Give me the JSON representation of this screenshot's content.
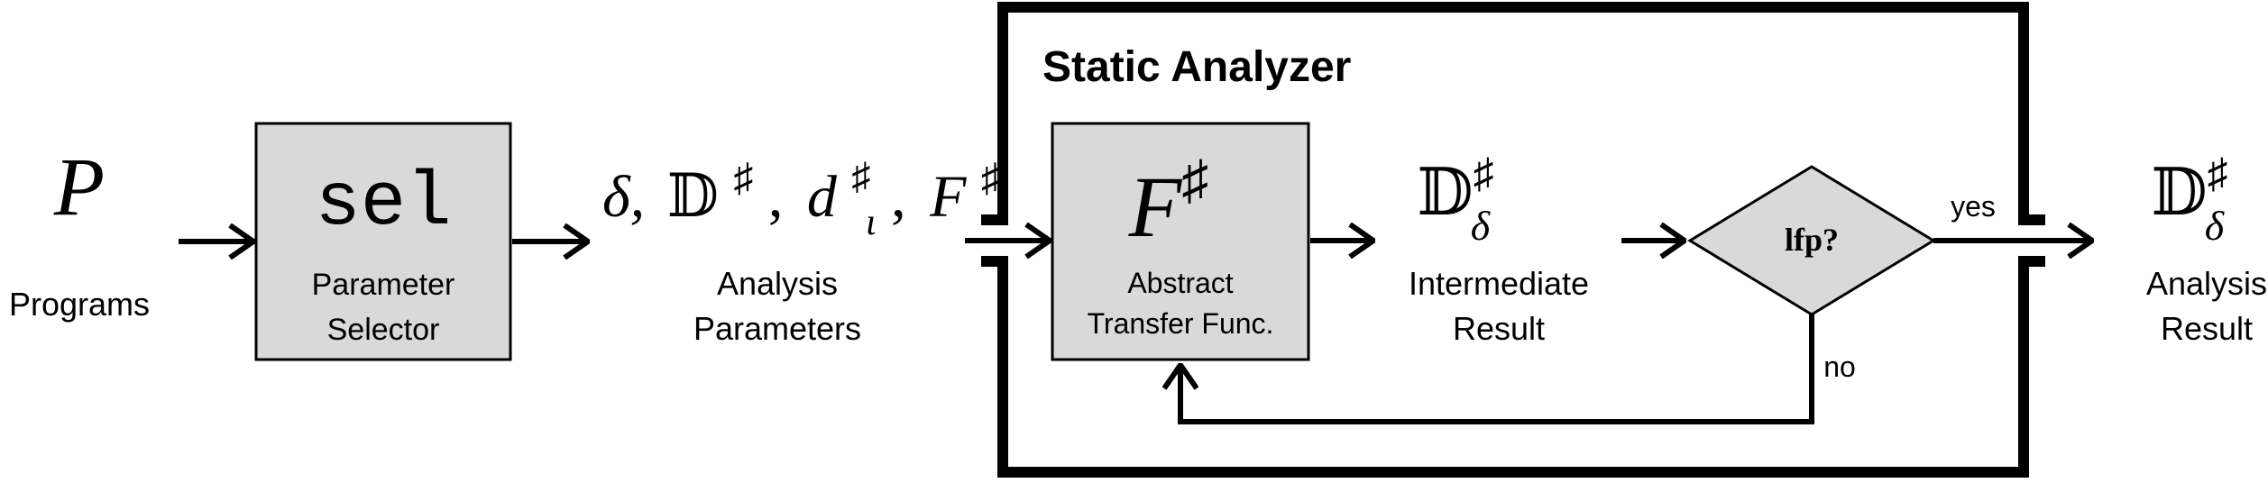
{
  "input": {
    "symbol": "P",
    "label": "Programs"
  },
  "selector": {
    "code": "sel",
    "label_line1": "Parameter",
    "label_line2": "Selector"
  },
  "parameters": {
    "formula_delta": "δ,",
    "formula_D": "𝔻",
    "formula_D_sup": "♯",
    "formula_comma1": ",",
    "formula_d": "d",
    "formula_d_sup": "♯",
    "formula_d_sub": "ι",
    "formula_comma2": ",",
    "formula_F": "F",
    "formula_F_sup": "♯",
    "label_line1": "Analysis",
    "label_line2": "Parameters"
  },
  "analyzer": {
    "title": "Static Analyzer",
    "transfer": {
      "symbol": "F",
      "symbol_sup": "♯",
      "label_line1": "Abstract",
      "label_line2": "Transfer Func."
    },
    "intermediate": {
      "symbol": "𝔻",
      "symbol_sup": "♯",
      "symbol_sub": "δ",
      "label_line1": "Intermediate",
      "label_line2": "Result"
    },
    "decision": {
      "text": "lfp?",
      "yes_label": "yes",
      "no_label": "no"
    }
  },
  "output": {
    "symbol": "𝔻",
    "symbol_sup": "♯",
    "symbol_sub": "δ",
    "label_line1": "Analysis",
    "label_line2": "Result"
  },
  "colors": {
    "box_fill": "#d9d9d9",
    "stroke": "#000000",
    "background": "#ffffff"
  }
}
